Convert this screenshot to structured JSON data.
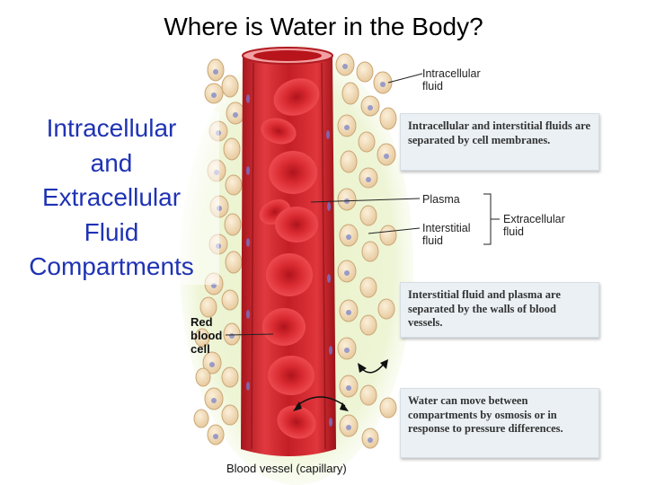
{
  "title": "Where is Water in the Body?",
  "subtitle_lines": [
    "Intracellular",
    "and",
    "Extracellular",
    "Fluid",
    "Compartments"
  ],
  "labels": {
    "intracellular_line1": "Intracellular",
    "intracellular_line2": "fluid",
    "plasma": "Plasma",
    "interstitial_line1": "Interstitial",
    "interstitial_line2": "fluid",
    "extracellular_line1": "Extracellular",
    "extracellular_line2": "fluid",
    "rbc_line1": "Red",
    "rbc_line2": "blood",
    "rbc_line3": "cell",
    "vessel": "Blood vessel (capillary)"
  },
  "boxes": [
    {
      "text": "Intracellular and interstitial fluids are separated by cell membranes."
    },
    {
      "text": "Interstitial fluid and plasma are separated by the walls of blood vessels."
    },
    {
      "text": "Water can move between compartments by osmosis or in response to pressure differences."
    }
  ],
  "colors": {
    "vessel_wall": "#c8242c",
    "blood": "#d8232b",
    "cell_fill": "#f3dcb4",
    "nucleus": "#8a8fc8",
    "background_glow": "#e4efc6",
    "title_blue": "#1f33b4"
  }
}
